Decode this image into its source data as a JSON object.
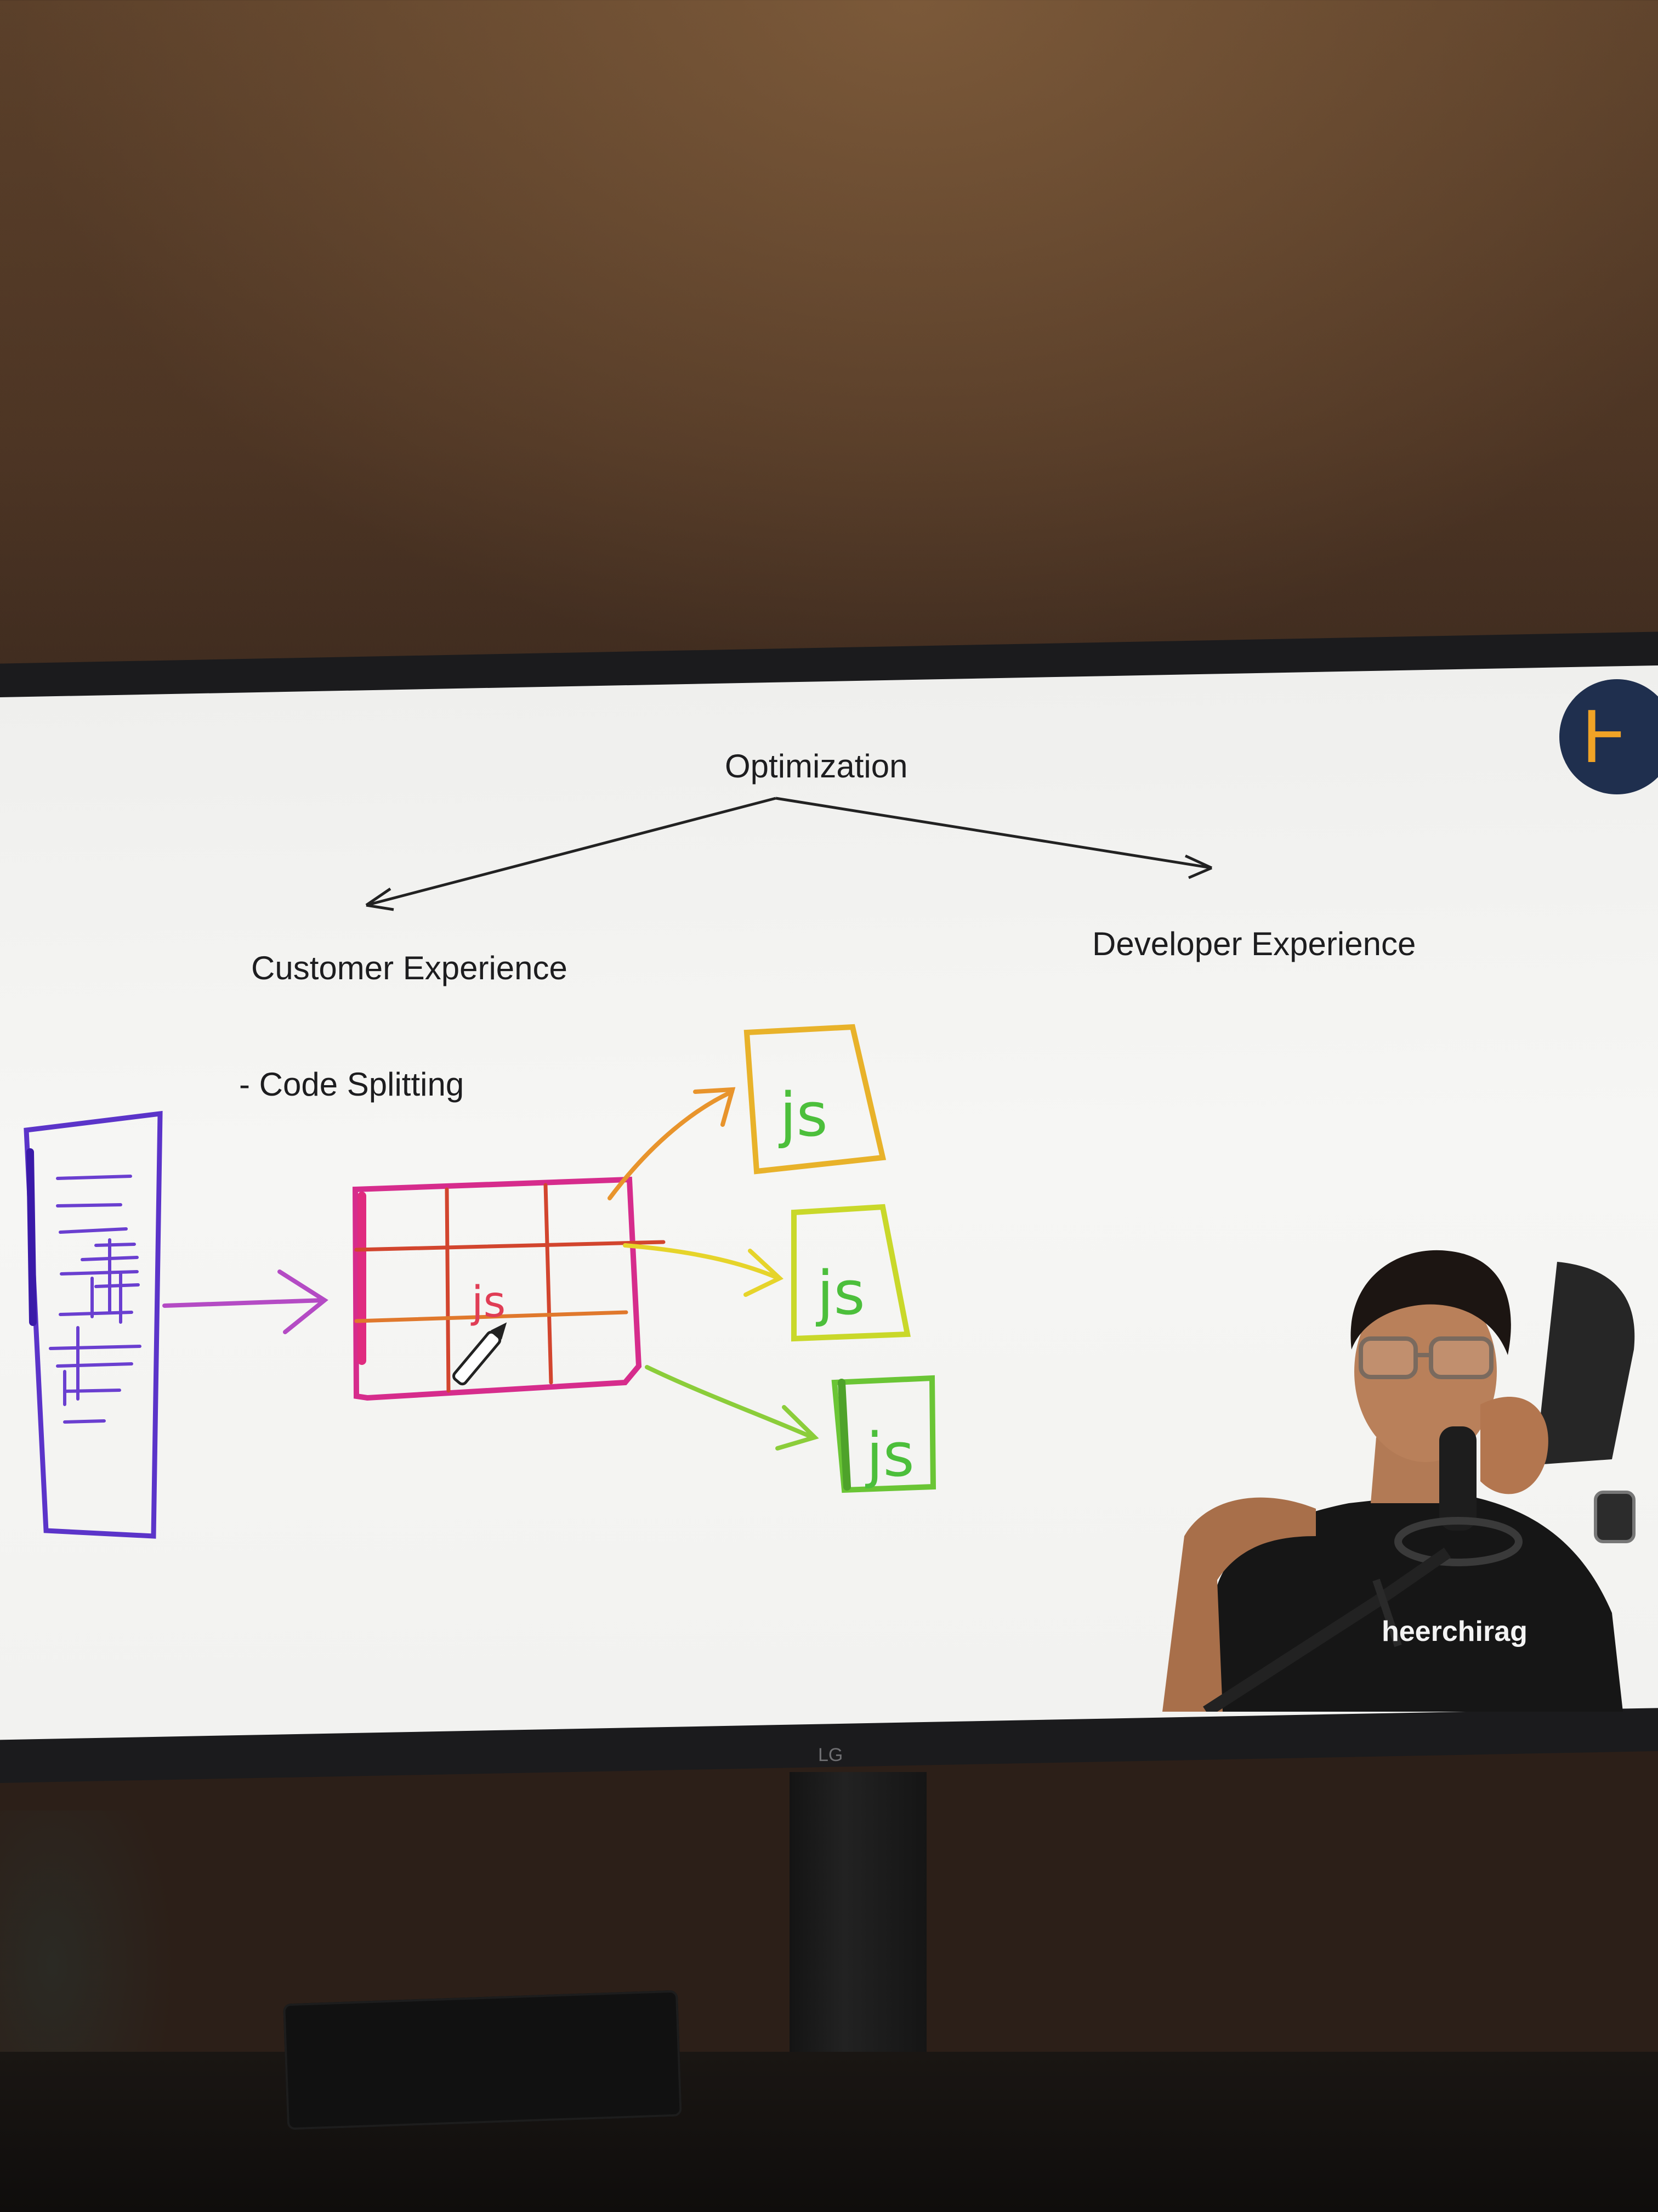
{
  "slide": {
    "title": "Optimization",
    "left_branch": "Customer Experience",
    "right_branch": "Developer Experience",
    "bullet": "- Code Splitting",
    "chunk_label": "js",
    "chunks": [
      "js",
      "js",
      "js"
    ]
  },
  "presenter": {
    "shirt_text": "heerchirag"
  },
  "monitor": {
    "brand": "LG"
  },
  "colors": {
    "purple_doc": "#5b34c9",
    "magenta_grid": "#d62c8c",
    "orange": "#e8942c",
    "yellow": "#e6d42a",
    "green": "#6ac535",
    "screen_bg": "#f4f4f2",
    "brand_logo_bg": "#1f2f4e",
    "brand_logo_accent": "#f0a326"
  },
  "icons": {
    "brand_logo": "bracket-logo-icon",
    "pen_cursor": "pen-cursor-icon"
  }
}
